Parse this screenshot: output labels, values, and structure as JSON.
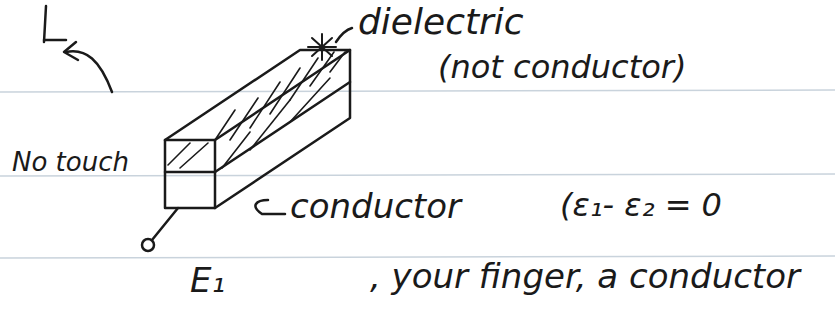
{
  "diagram": {
    "labels": [
      "dielectric",
      "(not conductor)",
      "No touch",
      "conductor",
      "(ε₁- ε₂ = 0",
      "E₁",
      ", your finger, a conductor"
    ]
  }
}
